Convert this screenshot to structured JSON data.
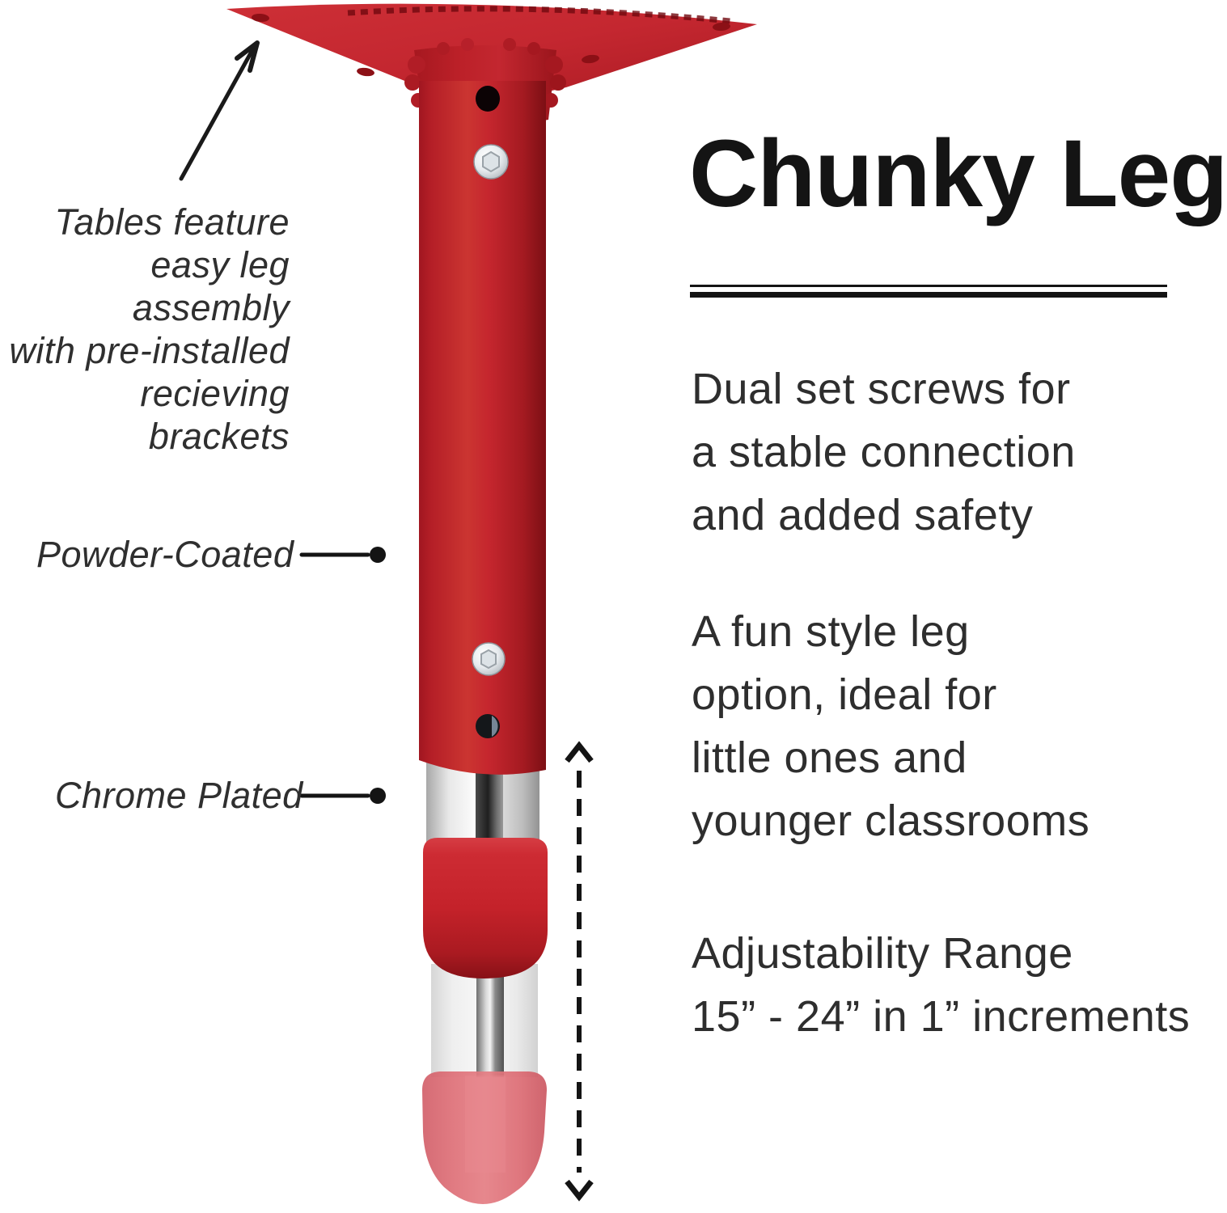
{
  "heading": "Chunky Leg",
  "callouts": {
    "assembly": {
      "lines": [
        "Tables feature",
        "easy leg assembly",
        "with pre-installed",
        "recieving brackets"
      ]
    },
    "powder_coated": "Powder-Coated",
    "chrome_plated": "Chrome Plated"
  },
  "features": {
    "dual_set_screws": [
      "Dual set screws for",
      "a stable connection",
      "and added safety"
    ],
    "fun_style": [
      "A fun style leg",
      "option, ideal for",
      "little ones and",
      "younger classrooms"
    ],
    "adjustability": [
      "Adjustability Range",
      "15” - 24” in 1” increments"
    ]
  },
  "colors": {
    "leg_red": "#c4232b",
    "leg_red_dark": "#8e1218",
    "collar_red": "#c8242c",
    "foot_cap_pink": "#dd6b73",
    "chrome_silver": "#d9d9d9",
    "text": "#2e2e2e",
    "line_black": "#141414",
    "background": "#ffffff"
  },
  "icons": {
    "bracket_arrow": "up-right-arrow",
    "powder_leader": "line-with-dot",
    "chrome_leader": "line-with-dot",
    "adjustability_arrow": "vertical-dashed-double-arrow"
  }
}
